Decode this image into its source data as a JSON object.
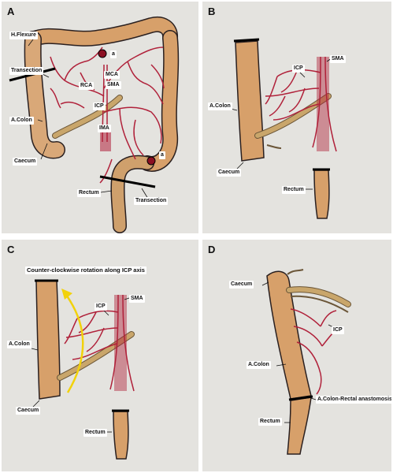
{
  "panels": {
    "a": {
      "letter": "A",
      "labels": {
        "h_flexure": "H.Flexure",
        "transection_top": "Transection",
        "rca": "RCA",
        "mca": "MCA",
        "sma": "SMA",
        "icp": "ICP",
        "a_colon": "A.Colon",
        "ima": "IMA",
        "caecum": "Caecum",
        "marker_a1": "a",
        "marker_a2": "a",
        "rectum": "Rectum",
        "transection_bottom": "Transection"
      }
    },
    "b": {
      "letter": "B",
      "labels": {
        "icp": "ICP",
        "sma": "SMA",
        "a_colon": "A.Colon",
        "caecum": "Caecum",
        "rectum": "Rectum"
      }
    },
    "c": {
      "letter": "C",
      "labels": {
        "rotation": "Counter-clockwise rotation along ICP axis",
        "icp": "ICP",
        "sma": "SMA",
        "a_colon": "A.Colon",
        "caecum": "Caecum",
        "rectum": "Rectum"
      }
    },
    "d": {
      "letter": "D",
      "labels": {
        "caecum": "Caecum",
        "icp": "ICP",
        "a_colon": "A.Colon",
        "anastomosis": "A.Colon-Rectal anastomosis",
        "rectum": "Rectum"
      }
    }
  },
  "colors": {
    "paper": "#e4e3df",
    "colon_fill": "#d7a06a",
    "vessel": "#b0213a",
    "ileum": "#c9a66b",
    "arrow": "#f2d20a",
    "outline": "#2a2020"
  }
}
